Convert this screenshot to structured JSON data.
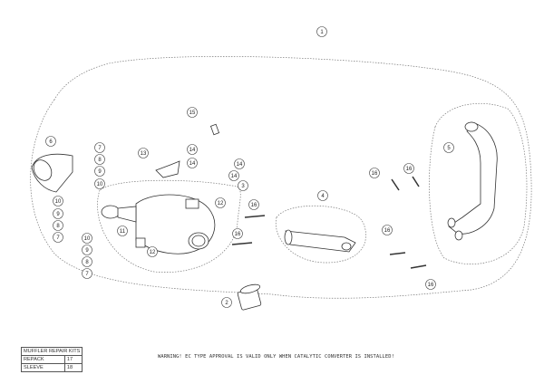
{
  "callouts": [
    "1",
    "15",
    "6",
    "7",
    "8",
    "9",
    "10",
    "13",
    "14",
    "14",
    "14",
    "14",
    "3",
    "12",
    "16",
    "16",
    "10",
    "9",
    "8",
    "7",
    "11",
    "10",
    "9",
    "8",
    "7",
    "12",
    "4",
    "5",
    "16",
    "16",
    "16",
    "16",
    "2"
  ],
  "repair_kits": {
    "title": "MUFFLER REPAIR KITS",
    "rows": [
      {
        "label": "REPACK",
        "value": "17"
      },
      {
        "label": "SLEEVE",
        "value": "18"
      }
    ]
  },
  "warning": "WARNING! EC TYPE APPROVAL IS VALID ONLY WHEN CATALYTIC CONVERTER IS INSTALLED!"
}
